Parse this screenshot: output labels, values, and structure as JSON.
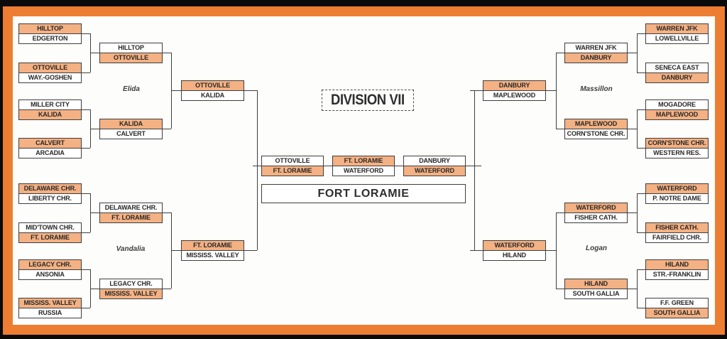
{
  "title": "DIVISION VII",
  "colors": {
    "frame": "#ED7D31",
    "highlight": "#F4B183",
    "line": "#3E3E3E",
    "paper": "#FDFDFB",
    "background": "#0A0A0A",
    "text": "#282828"
  },
  "bracket": {
    "left": {
      "sites": [
        "Elida",
        "Vandalia"
      ],
      "r1": [
        {
          "top": {
            "name": "HILLTOP",
            "win": true
          },
          "bottom": {
            "name": "EDGERTON",
            "win": false
          }
        },
        {
          "top": {
            "name": "OTTOVILLE",
            "win": true
          },
          "bottom": {
            "name": "WAY.-GOSHEN",
            "win": false
          }
        },
        {
          "top": {
            "name": "MILLER CITY",
            "win": false
          },
          "bottom": {
            "name": "KALIDA",
            "win": true
          }
        },
        {
          "top": {
            "name": "CALVERT",
            "win": true
          },
          "bottom": {
            "name": "ARCADIA",
            "win": false
          }
        },
        {
          "top": {
            "name": "DELAWARE CHR.",
            "win": true
          },
          "bottom": {
            "name": "LIBERTY CHR.",
            "win": false
          }
        },
        {
          "top": {
            "name": "MID'TOWN CHR.",
            "win": false
          },
          "bottom": {
            "name": "FT. LORAMIE",
            "win": true
          }
        },
        {
          "top": {
            "name": "LEGACY CHR.",
            "win": true
          },
          "bottom": {
            "name": "ANSONIA",
            "win": false
          }
        },
        {
          "top": {
            "name": "MISSISS. VALLEY",
            "win": true
          },
          "bottom": {
            "name": "RUSSIA",
            "win": false
          }
        }
      ],
      "r2": [
        {
          "top": {
            "name": "HILLTOP",
            "win": false
          },
          "bottom": {
            "name": "OTTOVILLE",
            "win": true
          }
        },
        {
          "top": {
            "name": "KALIDA",
            "win": true
          },
          "bottom": {
            "name": "CALVERT",
            "win": false
          }
        },
        {
          "top": {
            "name": "DELAWARE CHR.",
            "win": false
          },
          "bottom": {
            "name": "FT. LORAMIE",
            "win": true
          }
        },
        {
          "top": {
            "name": "LEGACY CHR.",
            "win": false
          },
          "bottom": {
            "name": "MISSISS. VALLEY",
            "win": true
          }
        }
      ],
      "r3": [
        {
          "top": {
            "name": "OTTOVILLE",
            "win": true
          },
          "bottom": {
            "name": "KALIDA",
            "win": false
          }
        },
        {
          "top": {
            "name": "FT. LORAMIE",
            "win": true
          },
          "bottom": {
            "name": "MISSISS. VALLEY",
            "win": false
          }
        }
      ]
    },
    "center": {
      "sf_left": {
        "top": {
          "name": "OTTOVILLE",
          "win": false
        },
        "bottom": {
          "name": "FT. LORAMIE",
          "win": true
        }
      },
      "final": {
        "top": {
          "name": "FT. LORAMIE",
          "win": true
        },
        "bottom": {
          "name": "WATERFORD",
          "win": false
        }
      },
      "sf_right": {
        "top": {
          "name": "DANBURY",
          "win": false
        },
        "bottom": {
          "name": "WATERFORD",
          "win": true
        }
      },
      "champion": "FORT LORAMIE"
    },
    "right": {
      "sites": [
        "Massillon",
        "Logan"
      ],
      "r1": [
        {
          "top": {
            "name": "WARREN JFK",
            "win": true
          },
          "bottom": {
            "name": "LOWELLVILLE",
            "win": false
          }
        },
        {
          "top": {
            "name": "SENECA EAST",
            "win": false
          },
          "bottom": {
            "name": "DANBURY",
            "win": true
          }
        },
        {
          "top": {
            "name": "MOGADORE",
            "win": false
          },
          "bottom": {
            "name": "MAPLEWOOD",
            "win": true
          }
        },
        {
          "top": {
            "name": "CORN'STONE CHR.",
            "win": true
          },
          "bottom": {
            "name": "WESTERN RES.",
            "win": false
          }
        },
        {
          "top": {
            "name": "WATERFORD",
            "win": true
          },
          "bottom": {
            "name": "P. NOTRE DAME",
            "win": false
          }
        },
        {
          "top": {
            "name": "FISHER CATH.",
            "win": true
          },
          "bottom": {
            "name": "FAIRFIELD CHR.",
            "win": false
          }
        },
        {
          "top": {
            "name": "HILAND",
            "win": true
          },
          "bottom": {
            "name": "STR.-FRANKLIN",
            "win": false
          }
        },
        {
          "top": {
            "name": "F.F. GREEN",
            "win": false
          },
          "bottom": {
            "name": "SOUTH GALLIA",
            "win": true
          }
        }
      ],
      "r2": [
        {
          "top": {
            "name": "WARREN JFK",
            "win": false
          },
          "bottom": {
            "name": "DANBURY",
            "win": true
          }
        },
        {
          "top": {
            "name": "MAPLEWOOD",
            "win": true
          },
          "bottom": {
            "name": "CORN'STONE CHR.",
            "win": false
          }
        },
        {
          "top": {
            "name": "WATERFORD",
            "win": true
          },
          "bottom": {
            "name": "FISHER CATH.",
            "win": false
          }
        },
        {
          "top": {
            "name": "HILAND",
            "win": true
          },
          "bottom": {
            "name": "SOUTH GALLIA",
            "win": false
          }
        }
      ],
      "r3": [
        {
          "top": {
            "name": "DANBURY",
            "win": true
          },
          "bottom": {
            "name": "MAPLEWOOD",
            "win": false
          }
        },
        {
          "top": {
            "name": "WATERFORD",
            "win": true
          },
          "bottom": {
            "name": "HILAND",
            "win": false
          }
        }
      ]
    }
  }
}
